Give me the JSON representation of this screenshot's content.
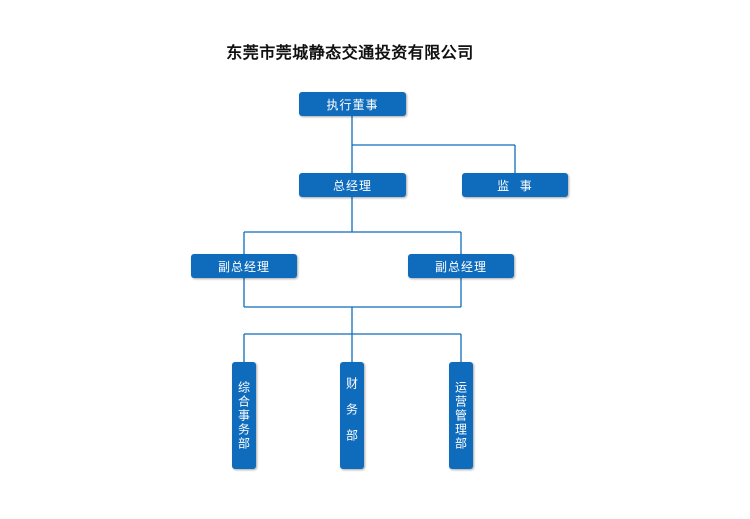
{
  "title": "东莞市莞城静态交通投资有限公司",
  "nodes": {
    "executive_director": "执行董事",
    "general_manager": "总经理",
    "supervisor": "监  事",
    "deputy_gm_left": "副总经理",
    "deputy_gm_right": "副总经理",
    "general_affairs": "综合事务部",
    "finance": "财务部",
    "operations": "运营管理部"
  },
  "colors": {
    "box_fill": "#0F6CBD",
    "line": "#0F6CBD",
    "text_on_box": "#ffffff"
  }
}
